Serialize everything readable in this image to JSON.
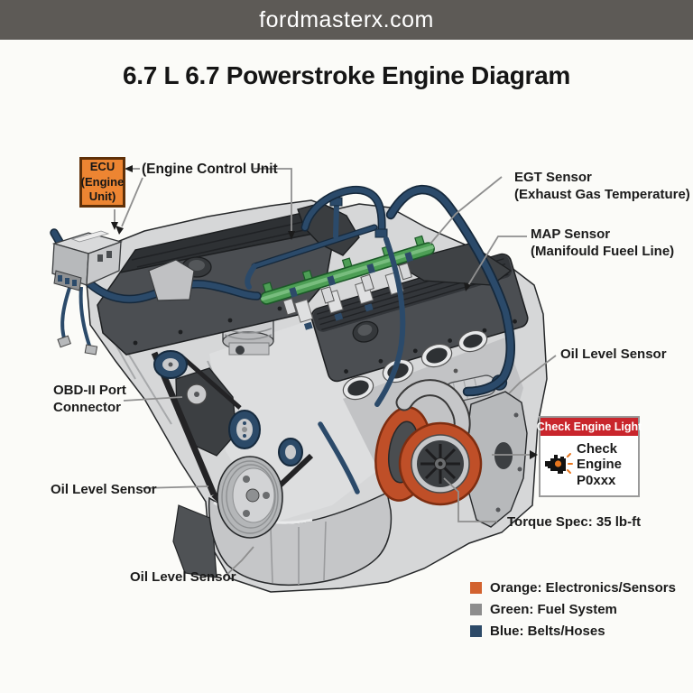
{
  "site_banner": {
    "text": "fordmasterx.com",
    "bg_color": "#5d5a56",
    "text_color": "#ffffff"
  },
  "title": "6.7 L 6.7 Powerstroke Engine Diagram",
  "labels": {
    "ecu_box": {
      "line1": "ECU",
      "line2": "(Engine",
      "line3": "Unit)",
      "bg_color": "#ed8532"
    },
    "engine_control_unit": "(Engine Control Unit",
    "egt_sensor": {
      "line1": "EGT Sensor",
      "line2": "(Exhaust Gas Temperature)"
    },
    "map_sensor": {
      "line1": "MAP Sensor",
      "line2": "(Manifould Fueel Line)"
    },
    "oil_level_sensor_right": "Oil Level Sensor",
    "obd_port": {
      "line1": "OBD-II Port",
      "line2": "Connector"
    },
    "oil_level_sensor_left": "Oil Level Sensor",
    "oil_level_sensor_bottom": "Oil Level Sensor",
    "torque_spec": "Torque Spec: 35 lb-ft"
  },
  "check_engine_panel": {
    "header": "Check Engine Light",
    "header_bg": "#c9252c",
    "line1": "Check Engine",
    "line2": "P0xxx",
    "icon": "engine-warning-icon"
  },
  "legend": {
    "items": [
      {
        "label": "Orange: Electronics/Sensors",
        "swatch_color": "#d2622f"
      },
      {
        "label": "Green: Fuel System",
        "swatch_color": "#8d8d8d"
      },
      {
        "label": "Blue: Belts/Hoses",
        "swatch_color": "#2d4a68"
      }
    ]
  },
  "diagram_palette": {
    "electronics_orange": "#bf4f28",
    "fuel_system_green": "#4d9e55",
    "hose_blue": "#2b4a6a",
    "engine_gray": "#d6d7d8",
    "valve_cover_dark": "#4b4e52"
  }
}
